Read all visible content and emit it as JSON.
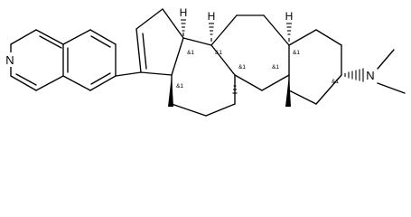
{
  "atoms": {
    "nitrogen_isoquinoline": "N",
    "nitrogen_amine": "N"
  },
  "hydrogens": {
    "h_c14": "H",
    "h_c8": "H",
    "h_c5": "H"
  },
  "stereo_labels": {
    "c14": "&1",
    "c13": "&1",
    "c8": "&1",
    "c9": "&1",
    "c10": "&1",
    "c5": "&1",
    "c3": "&1"
  }
}
